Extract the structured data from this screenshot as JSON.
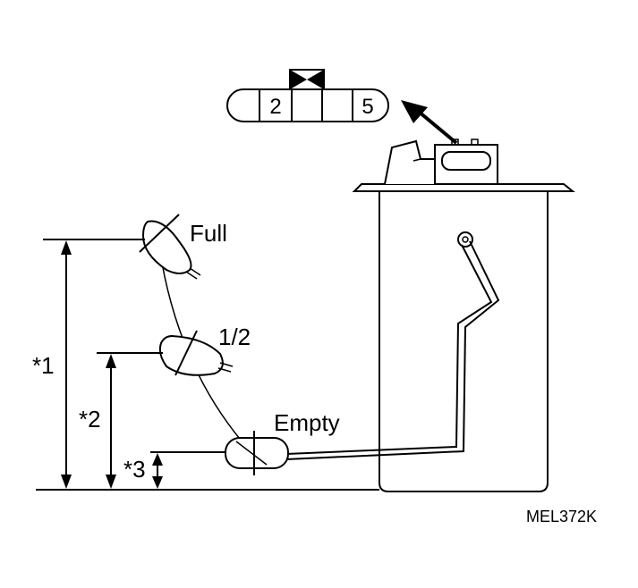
{
  "connector": {
    "pins": [
      "2",
      "5"
    ]
  },
  "float_positions": {
    "full": "Full",
    "half": "1/2",
    "empty": "Empty"
  },
  "dimensions": {
    "d1": "*1",
    "d2": "*2",
    "d3": "*3"
  },
  "figure_code": "MEL372K"
}
